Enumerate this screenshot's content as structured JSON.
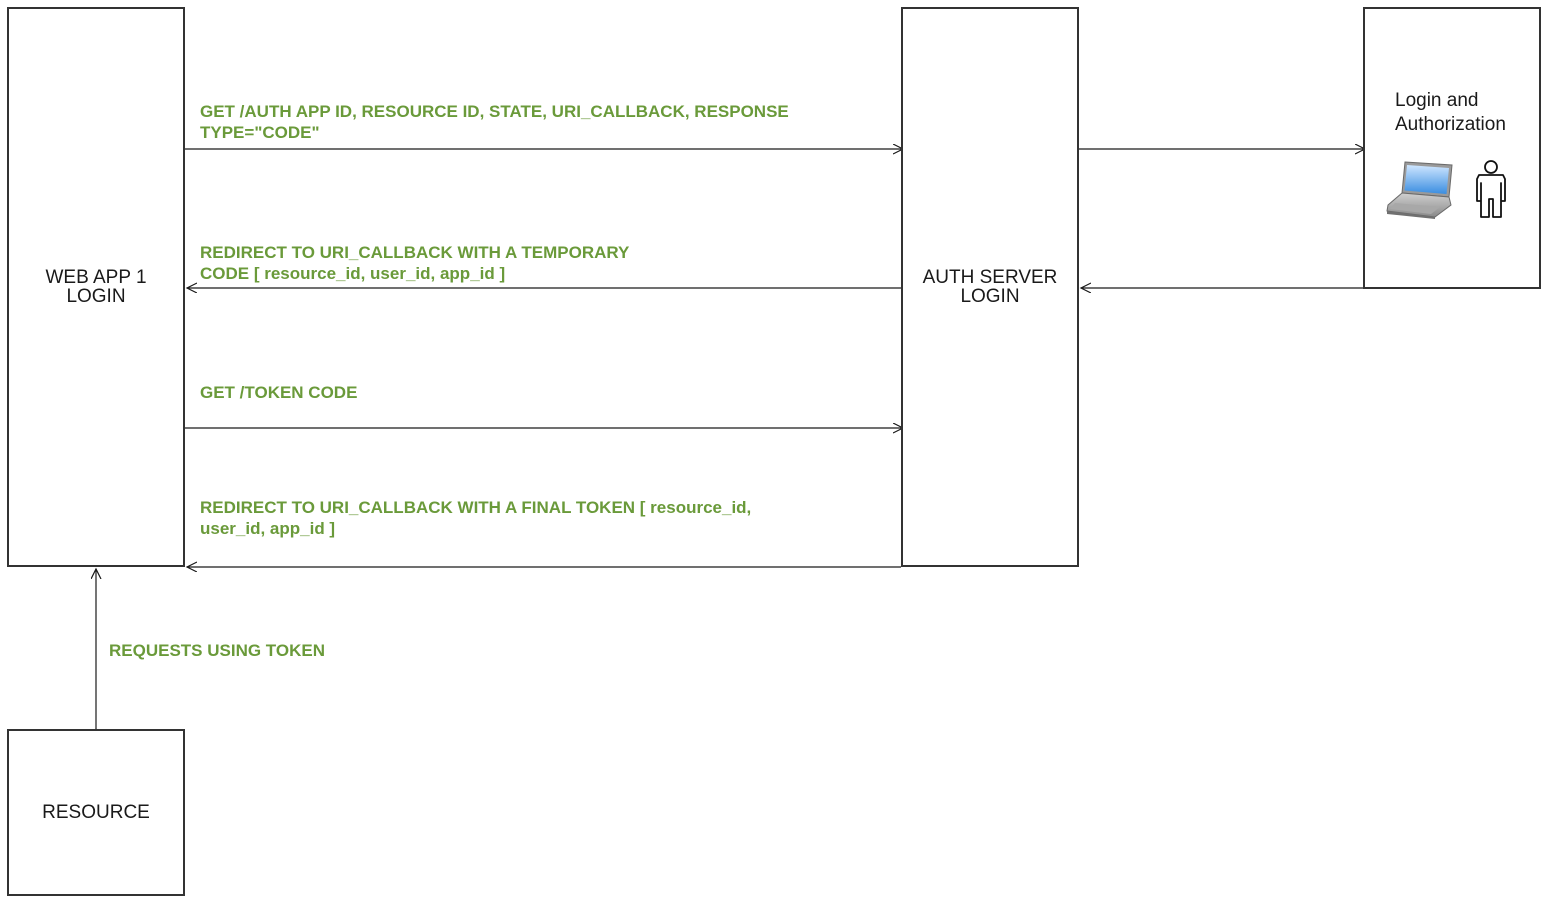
{
  "nodes": {
    "web_app": {
      "line1": "WEB APP 1",
      "line2": "LOGIN"
    },
    "auth_server": {
      "line1": "AUTH SERVER",
      "line2": "LOGIN"
    },
    "login_auth": {
      "title": "Login and\nAuthorization",
      "icons": [
        "laptop-icon",
        "person-icon"
      ]
    },
    "resource": {
      "label": "RESOURCE"
    }
  },
  "messages": {
    "get_auth": {
      "line1": "GET /AUTH APP ID, RESOURCE ID, STATE, URI_CALLBACK, RESPONSE",
      "line2": "TYPE=\"CODE\""
    },
    "redirect_temp": {
      "line1": "REDIRECT TO URI_CALLBACK WITH A TEMPORARY",
      "line2": "CODE [ resource_id,  user_id, app_id ]"
    },
    "get_token": {
      "line1": "GET /TOKEN CODE"
    },
    "redirect_final": {
      "line1": "REDIRECT TO URI_CALLBACK WITH A FINAL TOKEN [ resource_id,",
      "line2": "user_id, app_id ]"
    },
    "requests": {
      "line1": "REQUESTS USING TOKEN"
    }
  },
  "colors": {
    "message_text": "#6a9a3a",
    "box_border": "#333333",
    "arrow": "#1a1a1a"
  }
}
